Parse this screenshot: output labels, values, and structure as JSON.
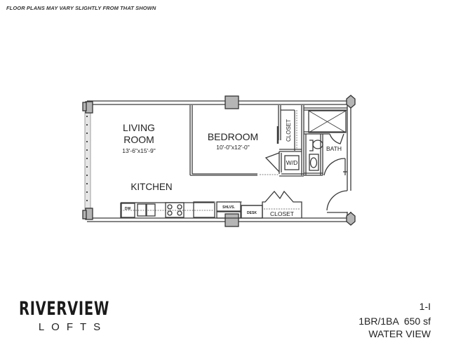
{
  "disclaimer": "FLOOR PLANS MAY VARY SLIGHTLY FROM THAT SHOWN",
  "rooms": {
    "living": {
      "name_line1": "LIVING",
      "name_line2": "ROOM",
      "dimensions": "13'-6\"x15'-9\""
    },
    "bedroom": {
      "name": "BEDROOM",
      "dimensions": "10'-0\"x12'-0\""
    },
    "kitchen": {
      "name": "KITCHEN"
    },
    "bedroom_closet": {
      "name": "CLOSET"
    },
    "washer_dryer": {
      "name": "W/D"
    },
    "bath": {
      "name": "BATH"
    },
    "shelves": {
      "name": "SHLVS."
    },
    "desk": {
      "name": "DESK"
    },
    "entry_closet": {
      "name": "CLOSET"
    },
    "dishwasher": {
      "name": "DW"
    }
  },
  "brand": {
    "name": "RIVERVIEW",
    "subtitle": "LOFTS"
  },
  "unit": {
    "code": "1-I",
    "summary": "1BR/1BA  650 sf",
    "view": "WATER VIEW"
  },
  "colors": {
    "wall": "#3a3a3a",
    "column_fill": "#b5b5b5",
    "window": "#e6e6e6"
  }
}
